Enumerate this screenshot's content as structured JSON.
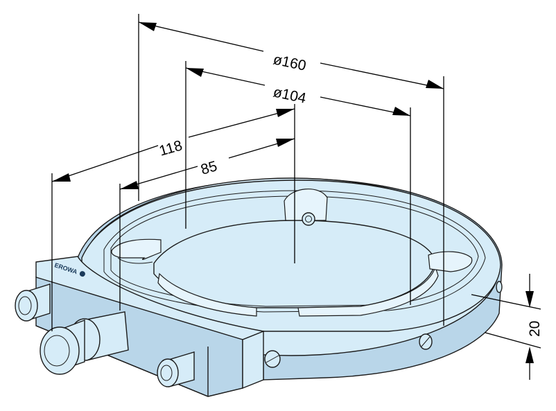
{
  "drawing": {
    "dimensions": {
      "outer_diameter": "ø160",
      "inner_diameter": "ø104",
      "overall_length": "118",
      "center_offset": "85",
      "height": "20"
    },
    "logo": {
      "text": "EROWA"
    }
  }
}
